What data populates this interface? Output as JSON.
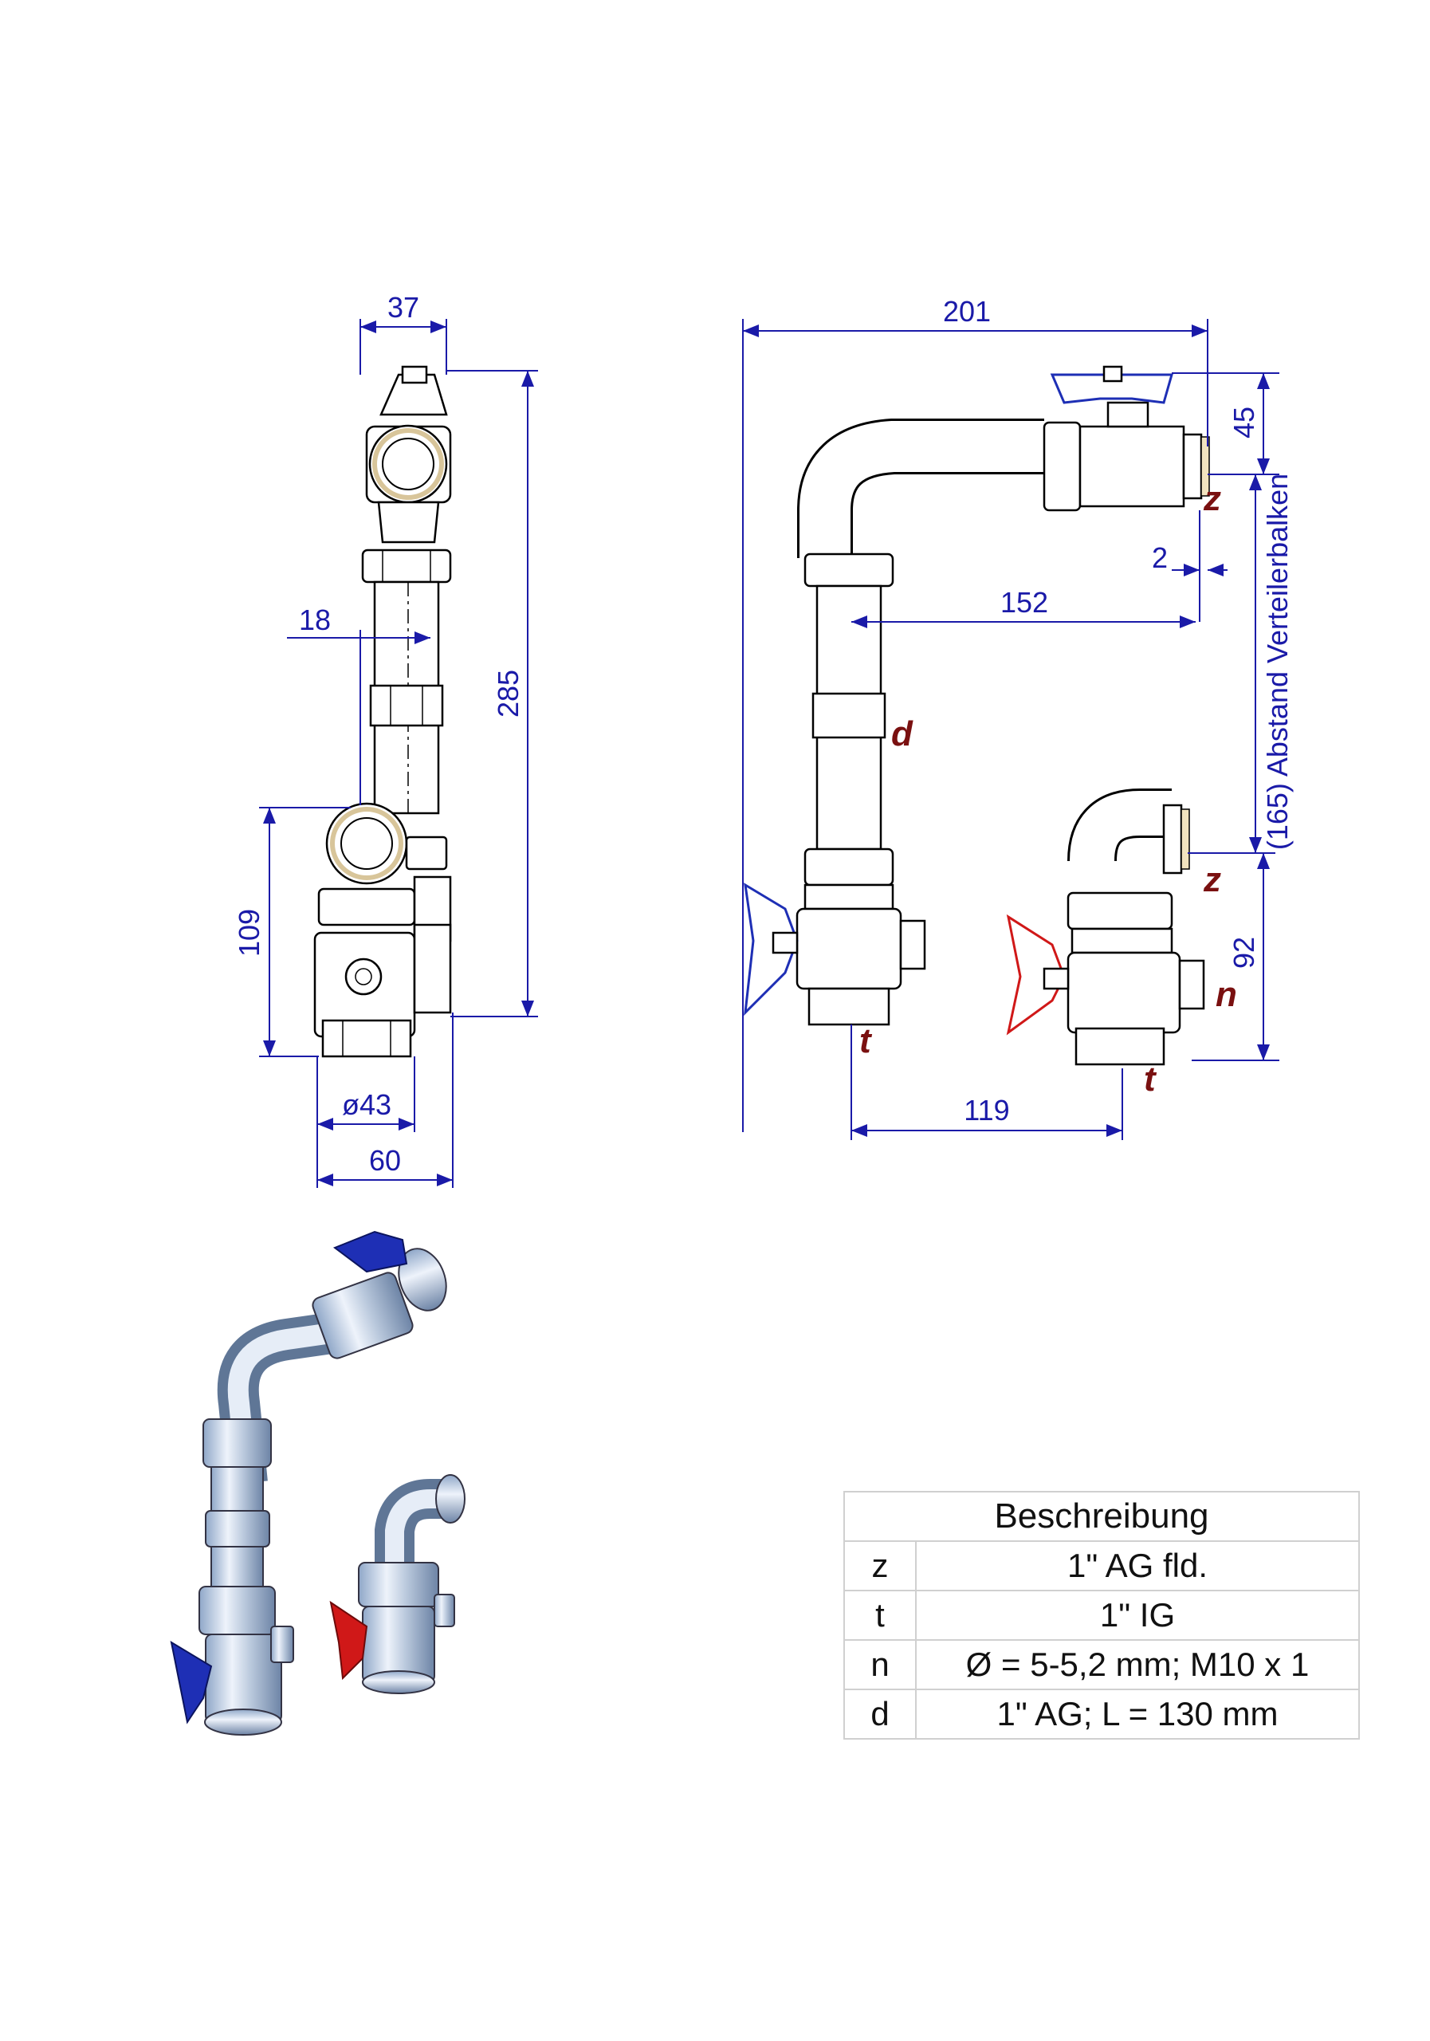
{
  "dimensions": {
    "side_width_top": "37",
    "side_offset": "18",
    "side_height_total": "285",
    "side_height_lower": "109",
    "side_diameter": "ø43",
    "side_width_base": "60",
    "front_width_total": "201",
    "front_height_top": "45",
    "front_gap": "2",
    "front_spacing": "152",
    "front_height_lower": "92",
    "front_base_spacing": "119",
    "front_distance_label": "(165)  Abstand Verteilerbalken"
  },
  "tags": {
    "z_upper": "z",
    "z_lower": "z",
    "d": "d",
    "n": "n",
    "t_left": "t",
    "t_right": "t"
  },
  "colors": {
    "dimension": "#1a1aa8",
    "tag": "#7a1010",
    "handle_blue": "#1e2fb5",
    "handle_red": "#d01818"
  },
  "table": {
    "header": "Beschreibung",
    "rows": [
      {
        "key": "z",
        "value": "1\" AG fld."
      },
      {
        "key": "t",
        "value": "1\" IG"
      },
      {
        "key": "n",
        "value": "Ø = 5-5,2 mm; M10 x 1"
      },
      {
        "key": "d",
        "value": "1\" AG; L = 130 mm"
      }
    ]
  }
}
